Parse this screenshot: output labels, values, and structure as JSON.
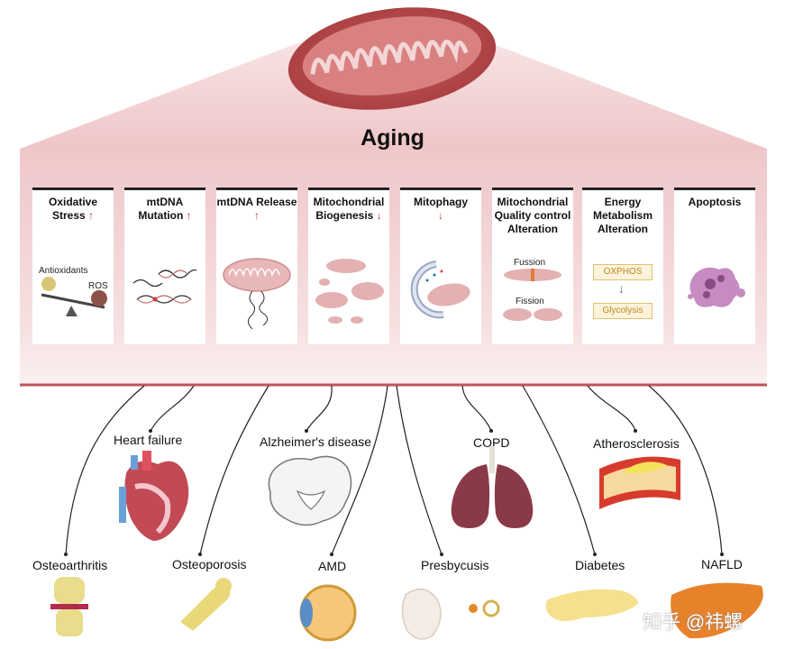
{
  "title": "Aging",
  "cards": [
    {
      "title": "Oxidative Stress",
      "arrow": "↑",
      "labels": [
        "Antioxidants",
        "ROS"
      ]
    },
    {
      "title": "mtDNA Mutation",
      "arrow": "↑"
    },
    {
      "title": "mtDNA Release",
      "arrow": "↑"
    },
    {
      "title": "Mitochondrial Biogenesis",
      "arrow": "↓"
    },
    {
      "title": "Mitophagy",
      "arrow": "↓"
    },
    {
      "title": "Mitochondrial Quality control Alteration",
      "labels": [
        "Fussion",
        "Fission"
      ]
    },
    {
      "title": "Energy Metabolism Alteration",
      "labels": [
        "OXPHOS",
        "Glycolysis"
      ]
    },
    {
      "title": "Apoptosis"
    }
  ],
  "diseases_upper": [
    "Heart failure",
    "Alzheimer's disease",
    "COPD",
    "Atherosclerosis"
  ],
  "diseases_lower": [
    "Osteoarthritis",
    "Osteoporosis",
    "AMD",
    "Presbycusis",
    "Diabetes",
    "NAFLD"
  ],
  "watermark": "知乎 @祎螺"
}
